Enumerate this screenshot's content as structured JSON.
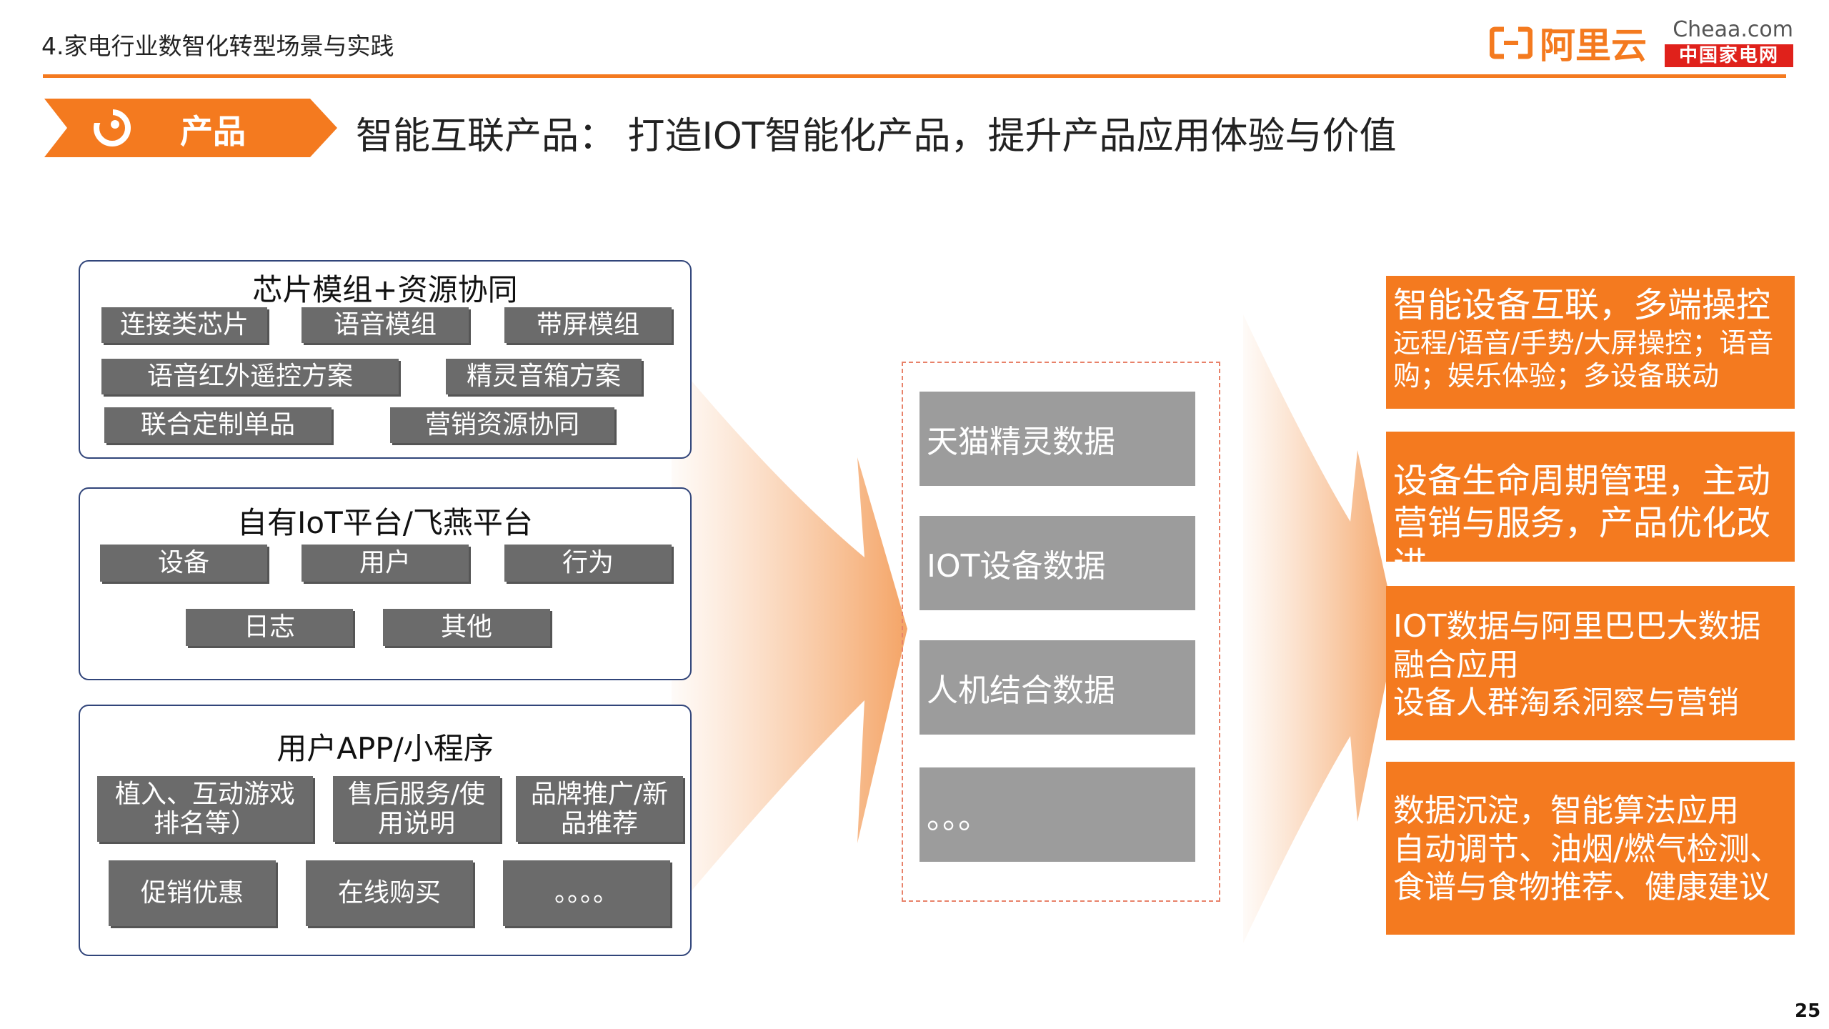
{
  "header": {
    "breadcrumb": "4.家电行业数智化转型场景与实践",
    "aliyun_logo_text": "阿里云",
    "cheaa_top": "Cheaa.com",
    "cheaa_bottom": "中国家电网"
  },
  "section": {
    "tag_label": "产品",
    "headline": "智能互联产品： 打造IOT智能化产品，提升产品应用体验与价值"
  },
  "left_panels": [
    {
      "title": "芯片模组+资源协同",
      "items": [
        "连接类芯片",
        "语音模组",
        "带屏模组",
        "语音红外遥控方案",
        "精灵音箱方案",
        "联合定制单品",
        "营销资源协同"
      ]
    },
    {
      "title": "自有IoT平台/飞燕平台",
      "items": [
        "设备",
        "用户",
        "行为",
        "日志",
        "其他"
      ]
    },
    {
      "title": "用户APP/小程序",
      "items": [
        "植入、互动游戏排名等）",
        "售后服务/使用说明",
        "品牌推广/新品推荐",
        "促销优惠",
        "在线购买",
        "。。。。"
      ]
    }
  ],
  "middle": {
    "items": [
      "天猫精灵数据",
      "IOT设备数据",
      "人机结合数据",
      "。。。"
    ]
  },
  "right": {
    "boxes": [
      {
        "line1": "智能设备互联，多端操控",
        "line2": "远程/语音/手势/大屏操控；语音购；娱乐体验；多设备联动"
      },
      {
        "line1": "设备生命周期管理，主动营销与服务，产品优化改进",
        "line2": ""
      },
      {
        "line1": "IOT数据与阿里巴巴大数据融合应用",
        "line2": "设备人群淘系洞察与营销"
      },
      {
        "line1": "数据沉淀，智能算法应用",
        "line2": "自动调节、油烟/燃气检测、食谱与食物推荐、健康建议"
      }
    ]
  },
  "footer": {
    "page_number": "25"
  },
  "colors": {
    "accent": "#f47a1f",
    "button_gray": "#6b6b6b",
    "data_gray": "#9c9c9c",
    "panel_border": "#31457a"
  }
}
